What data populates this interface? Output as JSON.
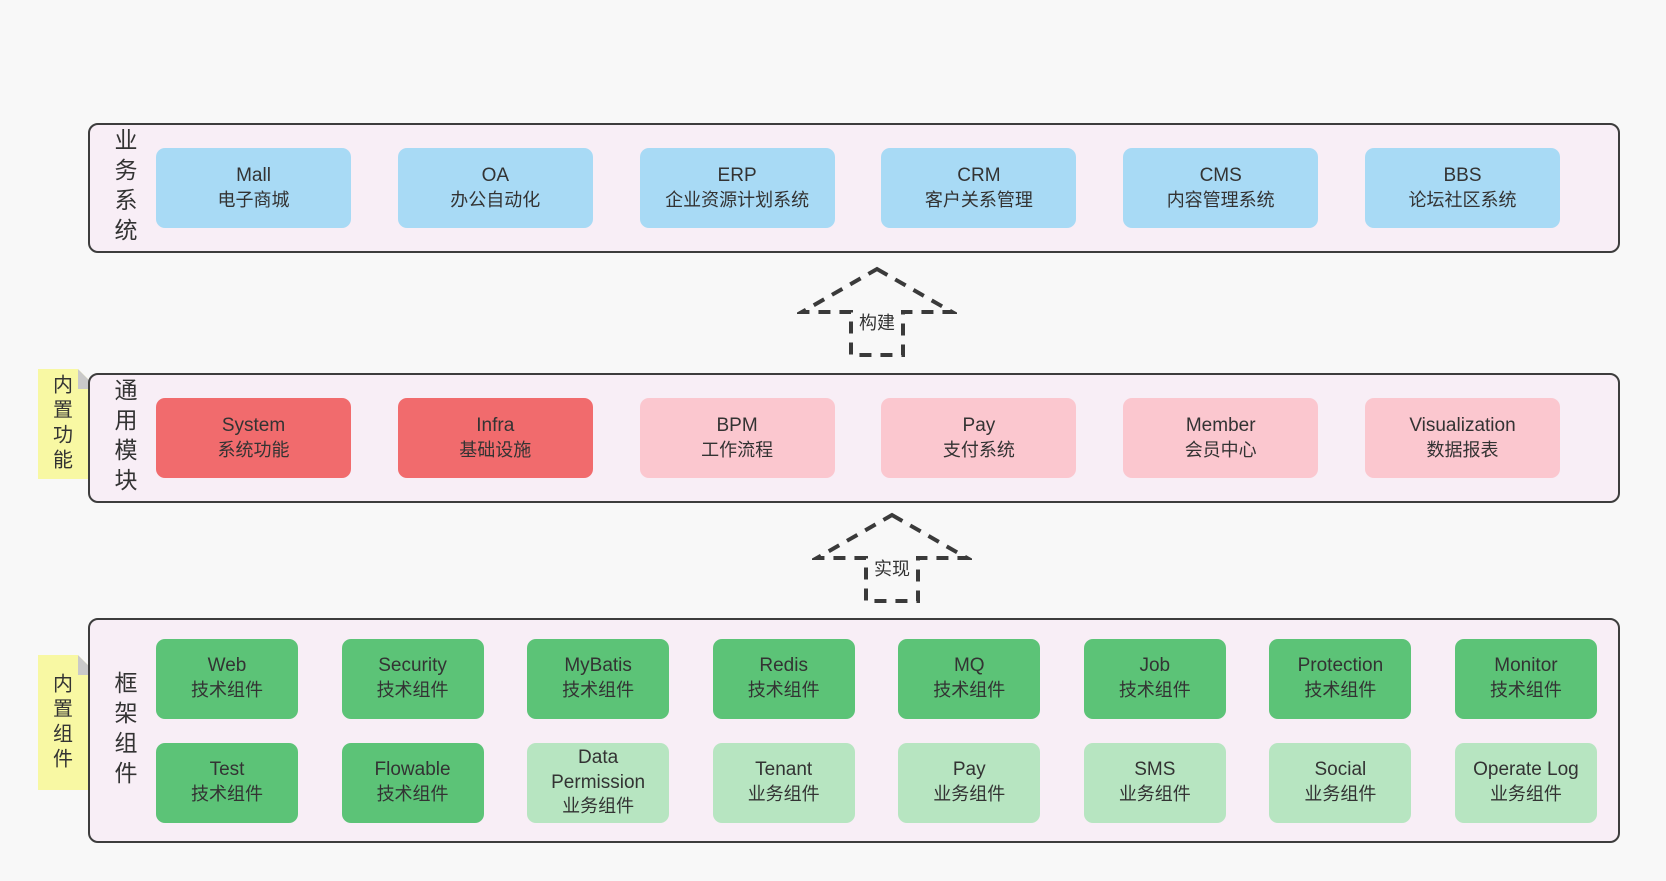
{
  "colors": {
    "page_bg": "#f8f8f8",
    "panel_bg": "#f8eef6",
    "panel_border": "#3d3d3d",
    "box_blue": "#a8daf5",
    "box_red": "#f16b6d",
    "box_pink": "#fbc7cf",
    "box_green_dark": "#5cc377",
    "box_green_light": "#b7e5c1",
    "tag_yellow": "#f8f8a3",
    "tag_fold_gray": "#c9c9c9",
    "text": "#333333"
  },
  "arrows": {
    "build": "构建",
    "implement": "实现"
  },
  "layers": {
    "business": {
      "label": "业务系统",
      "boxes": [
        {
          "title": "Mall",
          "subtitle": "电子商城"
        },
        {
          "title": "OA",
          "subtitle": "办公自动化"
        },
        {
          "title": "ERP",
          "subtitle": "企业资源计划系统"
        },
        {
          "title": "CRM",
          "subtitle": "客户关系管理"
        },
        {
          "title": "CMS",
          "subtitle": "内容管理系统"
        },
        {
          "title": "BBS",
          "subtitle": "论坛社区系统"
        }
      ]
    },
    "modules": {
      "label": "通用模块",
      "tag": "内置功能",
      "boxes": [
        {
          "title": "System",
          "subtitle": "系统功能",
          "color": "red"
        },
        {
          "title": "Infra",
          "subtitle": "基础设施",
          "color": "red"
        },
        {
          "title": "BPM",
          "subtitle": "工作流程",
          "color": "pink"
        },
        {
          "title": "Pay",
          "subtitle": "支付系统",
          "color": "pink"
        },
        {
          "title": "Member",
          "subtitle": "会员中心",
          "color": "pink"
        },
        {
          "title": "Visualization",
          "subtitle": "数据报表",
          "color": "pink"
        }
      ]
    },
    "components": {
      "label": "框架组件",
      "tag": "内置组件",
      "row1": [
        {
          "title": "Web",
          "subtitle": "技术组件",
          "color": "green-dark"
        },
        {
          "title": "Security",
          "subtitle": "技术组件",
          "color": "green-dark"
        },
        {
          "title": "MyBatis",
          "subtitle": "技术组件",
          "color": "green-dark"
        },
        {
          "title": "Redis",
          "subtitle": "技术组件",
          "color": "green-dark"
        },
        {
          "title": "MQ",
          "subtitle": "技术组件",
          "color": "green-dark"
        },
        {
          "title": "Job",
          "subtitle": "技术组件",
          "color": "green-dark"
        },
        {
          "title": "Protection",
          "subtitle": "技术组件",
          "color": "green-dark"
        },
        {
          "title": "Monitor",
          "subtitle": "技术组件",
          "color": "green-dark"
        }
      ],
      "row2": [
        {
          "title": "Test",
          "subtitle": "技术组件",
          "color": "green-dark"
        },
        {
          "title": "Flowable",
          "subtitle": "技术组件",
          "color": "green-dark"
        },
        {
          "title": "Data Permission",
          "subtitle": "业务组件",
          "color": "green-light"
        },
        {
          "title": "Tenant",
          "subtitle": "业务组件",
          "color": "green-light"
        },
        {
          "title": "Pay",
          "subtitle": "业务组件",
          "color": "green-light"
        },
        {
          "title": "SMS",
          "subtitle": "业务组件",
          "color": "green-light"
        },
        {
          "title": "Social",
          "subtitle": "业务组件",
          "color": "green-light"
        },
        {
          "title": "Operate Log",
          "subtitle": "业务组件",
          "color": "green-light"
        }
      ]
    }
  }
}
